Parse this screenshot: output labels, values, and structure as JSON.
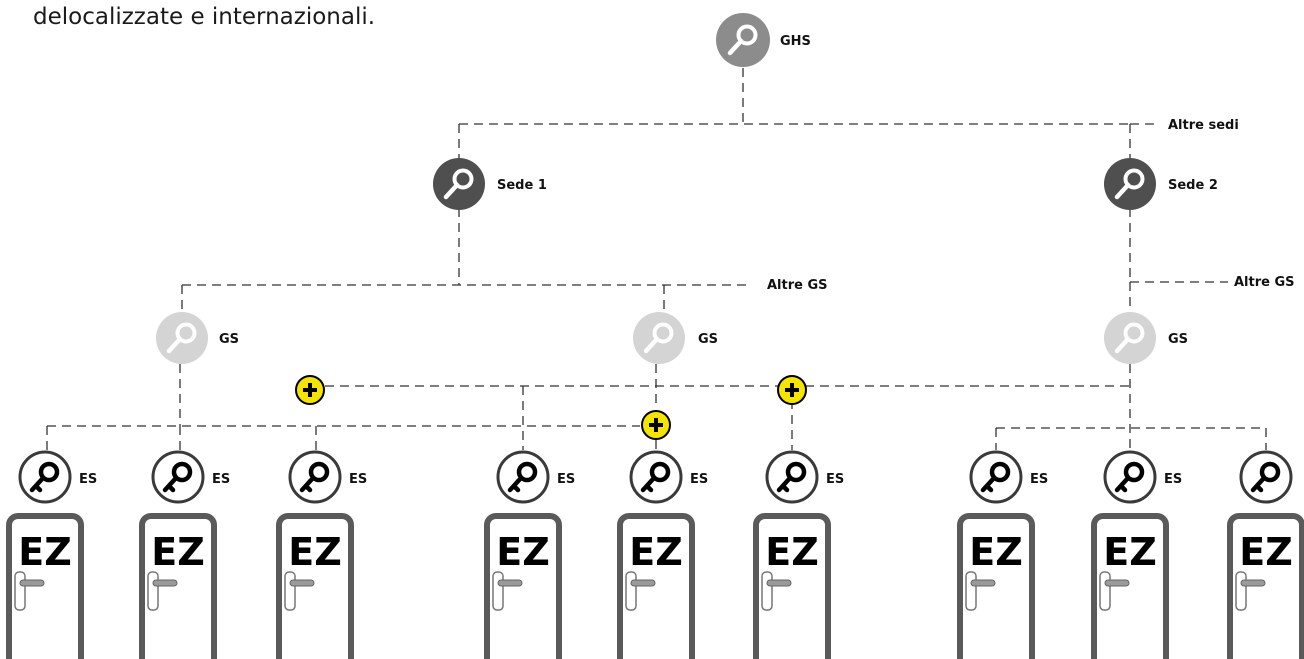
{
  "intro_text": "delocalizzate e internazionali.",
  "colors": {
    "ghs": "#8c8c8c",
    "sede": "#4f4f4f",
    "gs": "#d4d4d4",
    "es_ring": "#3a3a3a",
    "plus": "#f5e400",
    "door": "#5a5a5a"
  },
  "nodes": {
    "ghs": {
      "label": "GHS",
      "icon": "white-key-icon"
    },
    "sede1": {
      "label": "Sede 1",
      "icon": "white-key-icon"
    },
    "sede2": {
      "label": "Sede 2",
      "icon": "white-key-icon"
    },
    "gs1": {
      "label": "GS",
      "icon": "white-key-icon"
    },
    "gs2": {
      "label": "GS",
      "icon": "white-key-icon"
    },
    "gs3": {
      "label": "GS",
      "icon": "white-key-icon"
    }
  },
  "annotations": {
    "altre_sedi": "Altre sedi",
    "altre_gs_1": "Altre GS",
    "altre_gs_2": "Altre GS"
  },
  "es_labels": [
    "ES",
    "ES",
    "ES",
    "ES",
    "ES",
    "ES",
    "ES",
    "ES",
    ""
  ],
  "door_label": "EZ",
  "door_count": 9,
  "plus_icons": [
    "plus-icon",
    "plus-icon",
    "plus-icon"
  ]
}
